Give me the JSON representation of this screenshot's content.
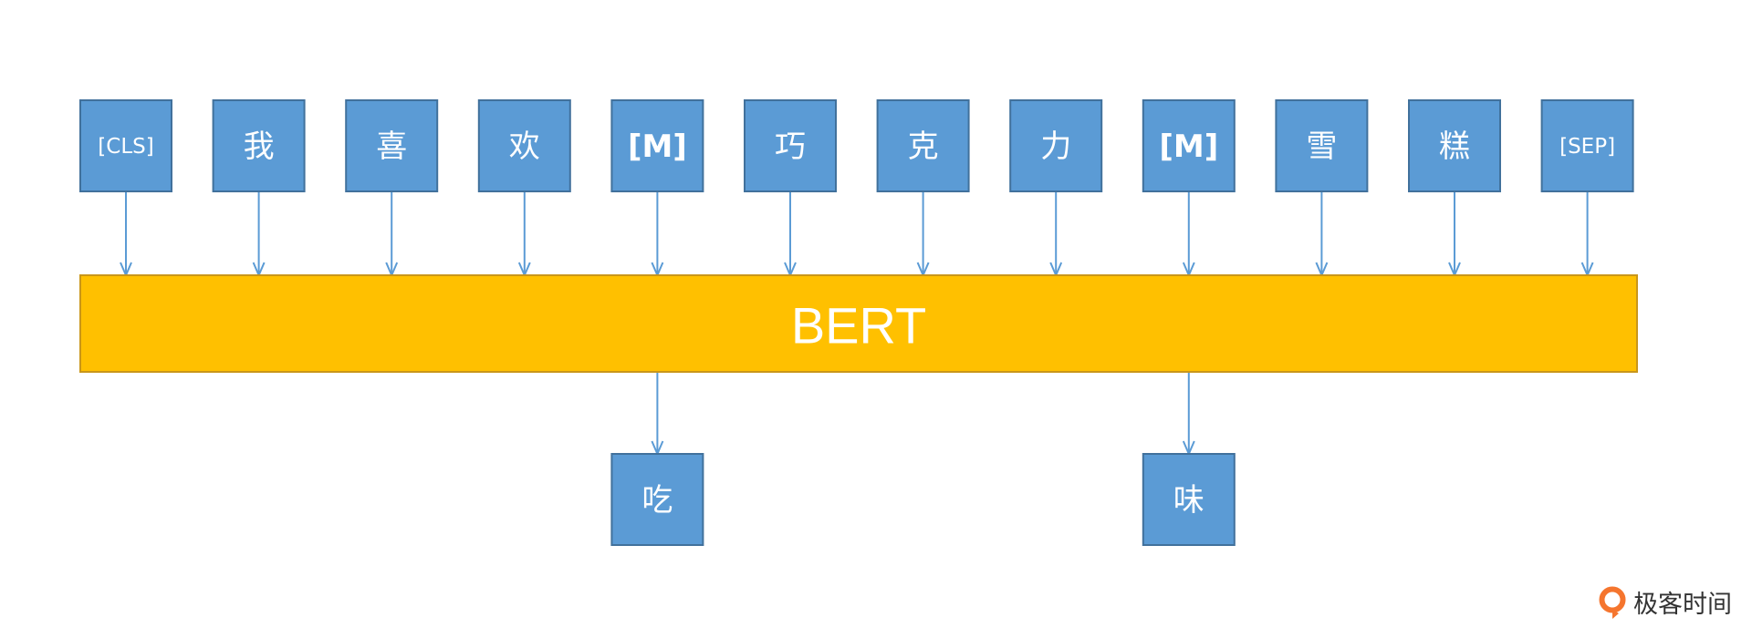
{
  "diagram": {
    "input_tokens": [
      {
        "label": "[CLS]",
        "style": "small"
      },
      {
        "label": "我",
        "style": "normal"
      },
      {
        "label": "喜",
        "style": "normal"
      },
      {
        "label": "欢",
        "style": "normal"
      },
      {
        "label": "[M]",
        "style": "bold"
      },
      {
        "label": "巧",
        "style": "normal"
      },
      {
        "label": "克",
        "style": "normal"
      },
      {
        "label": "力",
        "style": "normal"
      },
      {
        "label": "[M]",
        "style": "bold"
      },
      {
        "label": "雪",
        "style": "normal"
      },
      {
        "label": "糕",
        "style": "normal"
      },
      {
        "label": "[SEP]",
        "style": "small"
      }
    ],
    "model_label": "BERT",
    "predictions": [
      {
        "input_index": 4,
        "label": "吃"
      },
      {
        "input_index": 8,
        "label": "味"
      }
    ],
    "colors": {
      "token_fill": "#5B9BD5",
      "token_border": "#41719C",
      "arrow": "#5B9BD5",
      "model_fill": "#FFC000",
      "model_border": "#C9961A"
    }
  },
  "brand": {
    "name": "极客时间",
    "logo_icon": "geektime-logo-icon",
    "logo_color": "#F5752E"
  }
}
